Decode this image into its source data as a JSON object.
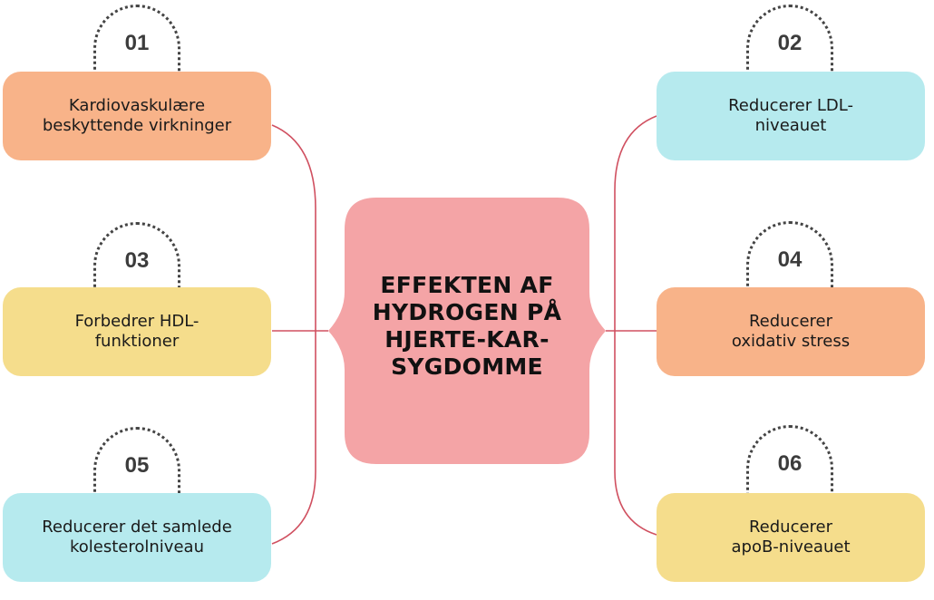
{
  "title": "EFFEKTEN AF HYDROGEN PÅ HJERTE-KAR-SYGDOMME",
  "title_lines": [
    "EFFEKTEN AF",
    "HYDROGEN PÅ",
    "HJERTE-KAR-",
    "SYGDOMME"
  ],
  "colors": {
    "center": "#f4a4a6",
    "orange": "#f8b389",
    "cyan": "#b6eaee",
    "yellow": "#f5dd8c",
    "connector": "#d05060"
  },
  "items": [
    {
      "number": "01",
      "line1": "Kardiovaskulære",
      "line2": "beskyttende virkninger",
      "color": "#f8b389"
    },
    {
      "number": "02",
      "line1": "Reducerer LDL-",
      "line2": "niveauet",
      "color": "#b6eaee"
    },
    {
      "number": "03",
      "line1": "Forbedrer HDL-",
      "line2": "funktioner",
      "color": "#f5dd8c"
    },
    {
      "number": "04",
      "line1": "Reducerer",
      "line2": "oxidativ stress",
      "color": "#f8b389"
    },
    {
      "number": "05",
      "line1": "Reducerer det samlede",
      "line2": "kolesterolniveau",
      "color": "#b6eaee"
    },
    {
      "number": "06",
      "line1": "Reducerer",
      "line2": "apoB-niveauet",
      "color": "#f5dd8c"
    }
  ]
}
